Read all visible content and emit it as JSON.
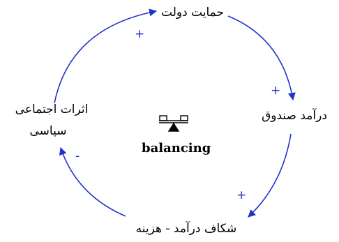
{
  "colors": {
    "link": "#2233cc",
    "text": "#000000",
    "icon": "#000000"
  },
  "nodes": {
    "government_support": "حمایت دولت",
    "fund_revenue": "درآمد صندوق",
    "gap": "شکاف درآمد - هزینه",
    "social_political_line1": "اثرات اجتماعی",
    "social_political_line2": "سیاسی"
  },
  "links": [
    {
      "from": "government_support",
      "to": "fund_revenue",
      "polarity": "+"
    },
    {
      "from": "fund_revenue",
      "to": "gap",
      "polarity": "+"
    },
    {
      "from": "gap",
      "to": "social_political",
      "polarity": "-"
    },
    {
      "from": "social_political",
      "to": "government_support",
      "polarity": "+"
    }
  ],
  "loop": {
    "type": "balancing",
    "icon": "balance-scale-icon"
  }
}
